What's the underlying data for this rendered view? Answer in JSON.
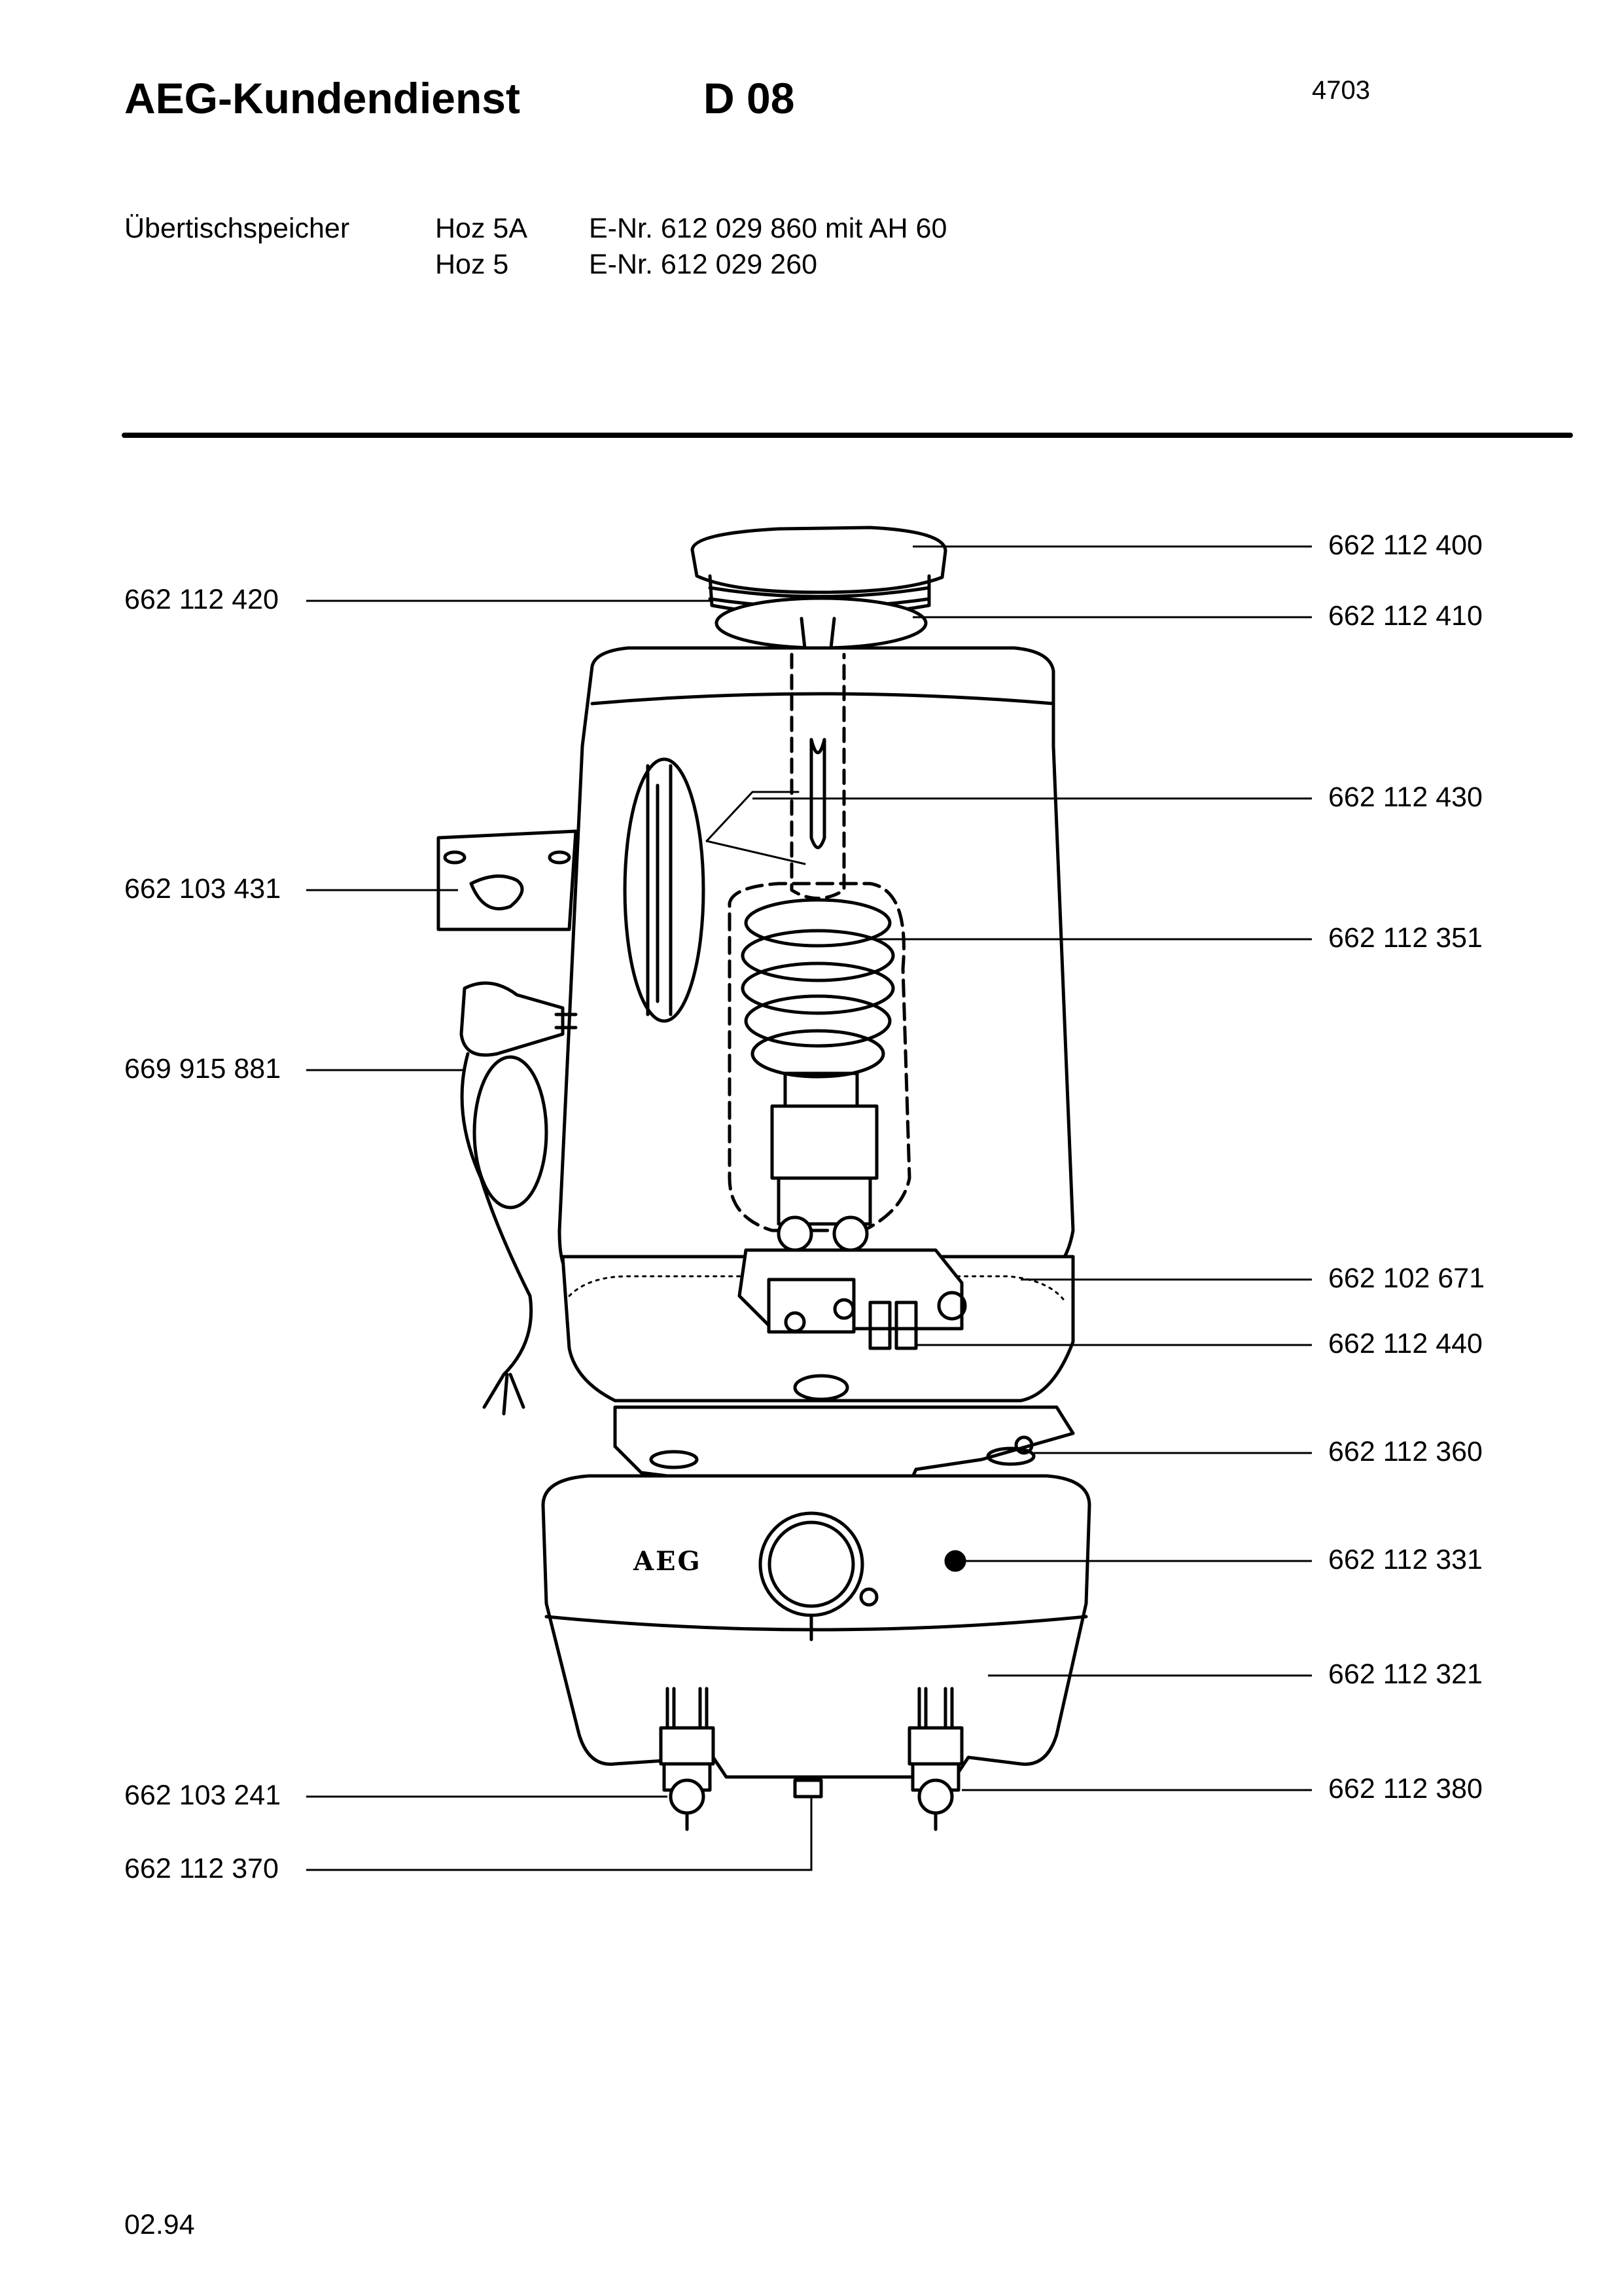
{
  "header": {
    "title": "AEG-Kundendienst",
    "model_code": "D 08",
    "page_code": "4703"
  },
  "product": {
    "category": "Übertischspeicher",
    "rows": [
      {
        "model": "Hoz 5A",
        "enr": "E-Nr. 612 029 860 mit AH 60"
      },
      {
        "model": "Hoz 5",
        "enr": "E-Nr. 612 029 260"
      }
    ]
  },
  "diagram": {
    "brand_mark": "AEG",
    "parts_left": [
      "662 112 420",
      "662 103 431",
      "669 915 881",
      "662 103 241",
      "662 112 370"
    ],
    "parts_right": [
      "662 112 400",
      "662 112 410",
      "662 112 430",
      "662 112 351",
      "662 102 671",
      "662 112 440",
      "662 112 360",
      "662 112 331",
      "662 112 321",
      "662 112 380"
    ]
  },
  "footer": {
    "date": "02.94"
  }
}
